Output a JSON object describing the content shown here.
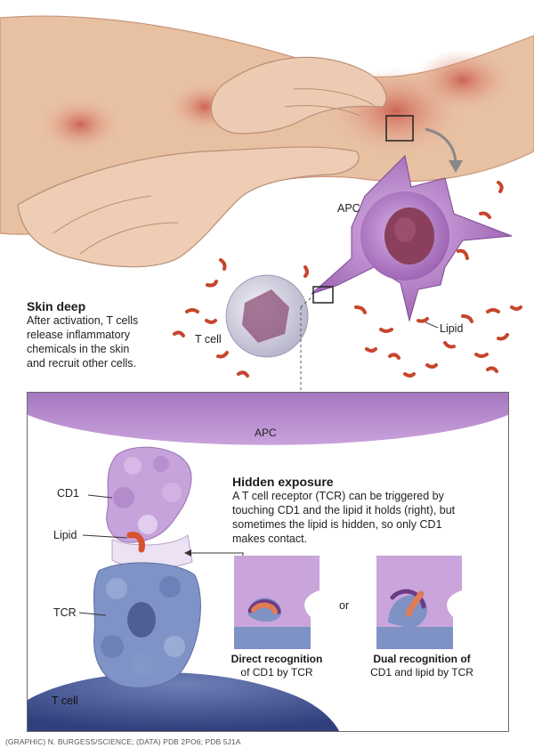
{
  "skin_deep": {
    "title": "Skin deep",
    "body_lines": [
      "After activation, T cells",
      "release inflammatory",
      "chemicals in the skin",
      "and recruit other cells."
    ]
  },
  "labels": {
    "apc": "APC",
    "t_cell": "T cell",
    "lipid": "Lipid"
  },
  "panel": {
    "apc_label": "APC",
    "cd1_label": "CD1",
    "lipid_label": "Lipid",
    "tcr_label": "TCR",
    "t_cell_label": "T cell",
    "title": "Hidden exposure",
    "body_lines": [
      "A T cell receptor (TCR) can be triggered by",
      "touching CD1 and the lipid it holds (right), but",
      "sometimes the lipid is hidden, so only CD1",
      "makes contact."
    ],
    "or_label": "or",
    "direct_caption": {
      "bold": "Direct recognition",
      "rest": "of CD1 by TCR"
    },
    "dual_caption": {
      "bold": "Dual recognition of",
      "rest": "CD1 and lipid by TCR"
    }
  },
  "credit": "(GRAPHIC) N. BURGESS/SCIENCE; (DATA) PDB 2PO6; PDB 5J1A",
  "colors": {
    "skin": "#e9c2a6",
    "rash": "#d9685a",
    "apc_purple": "#b27fc4",
    "apc_nucleus": "#8a3f5c",
    "lipid": "#c6462c",
    "tcr_blue": "#7d93c4",
    "cd1_lavender": "#c9a8dd"
  }
}
